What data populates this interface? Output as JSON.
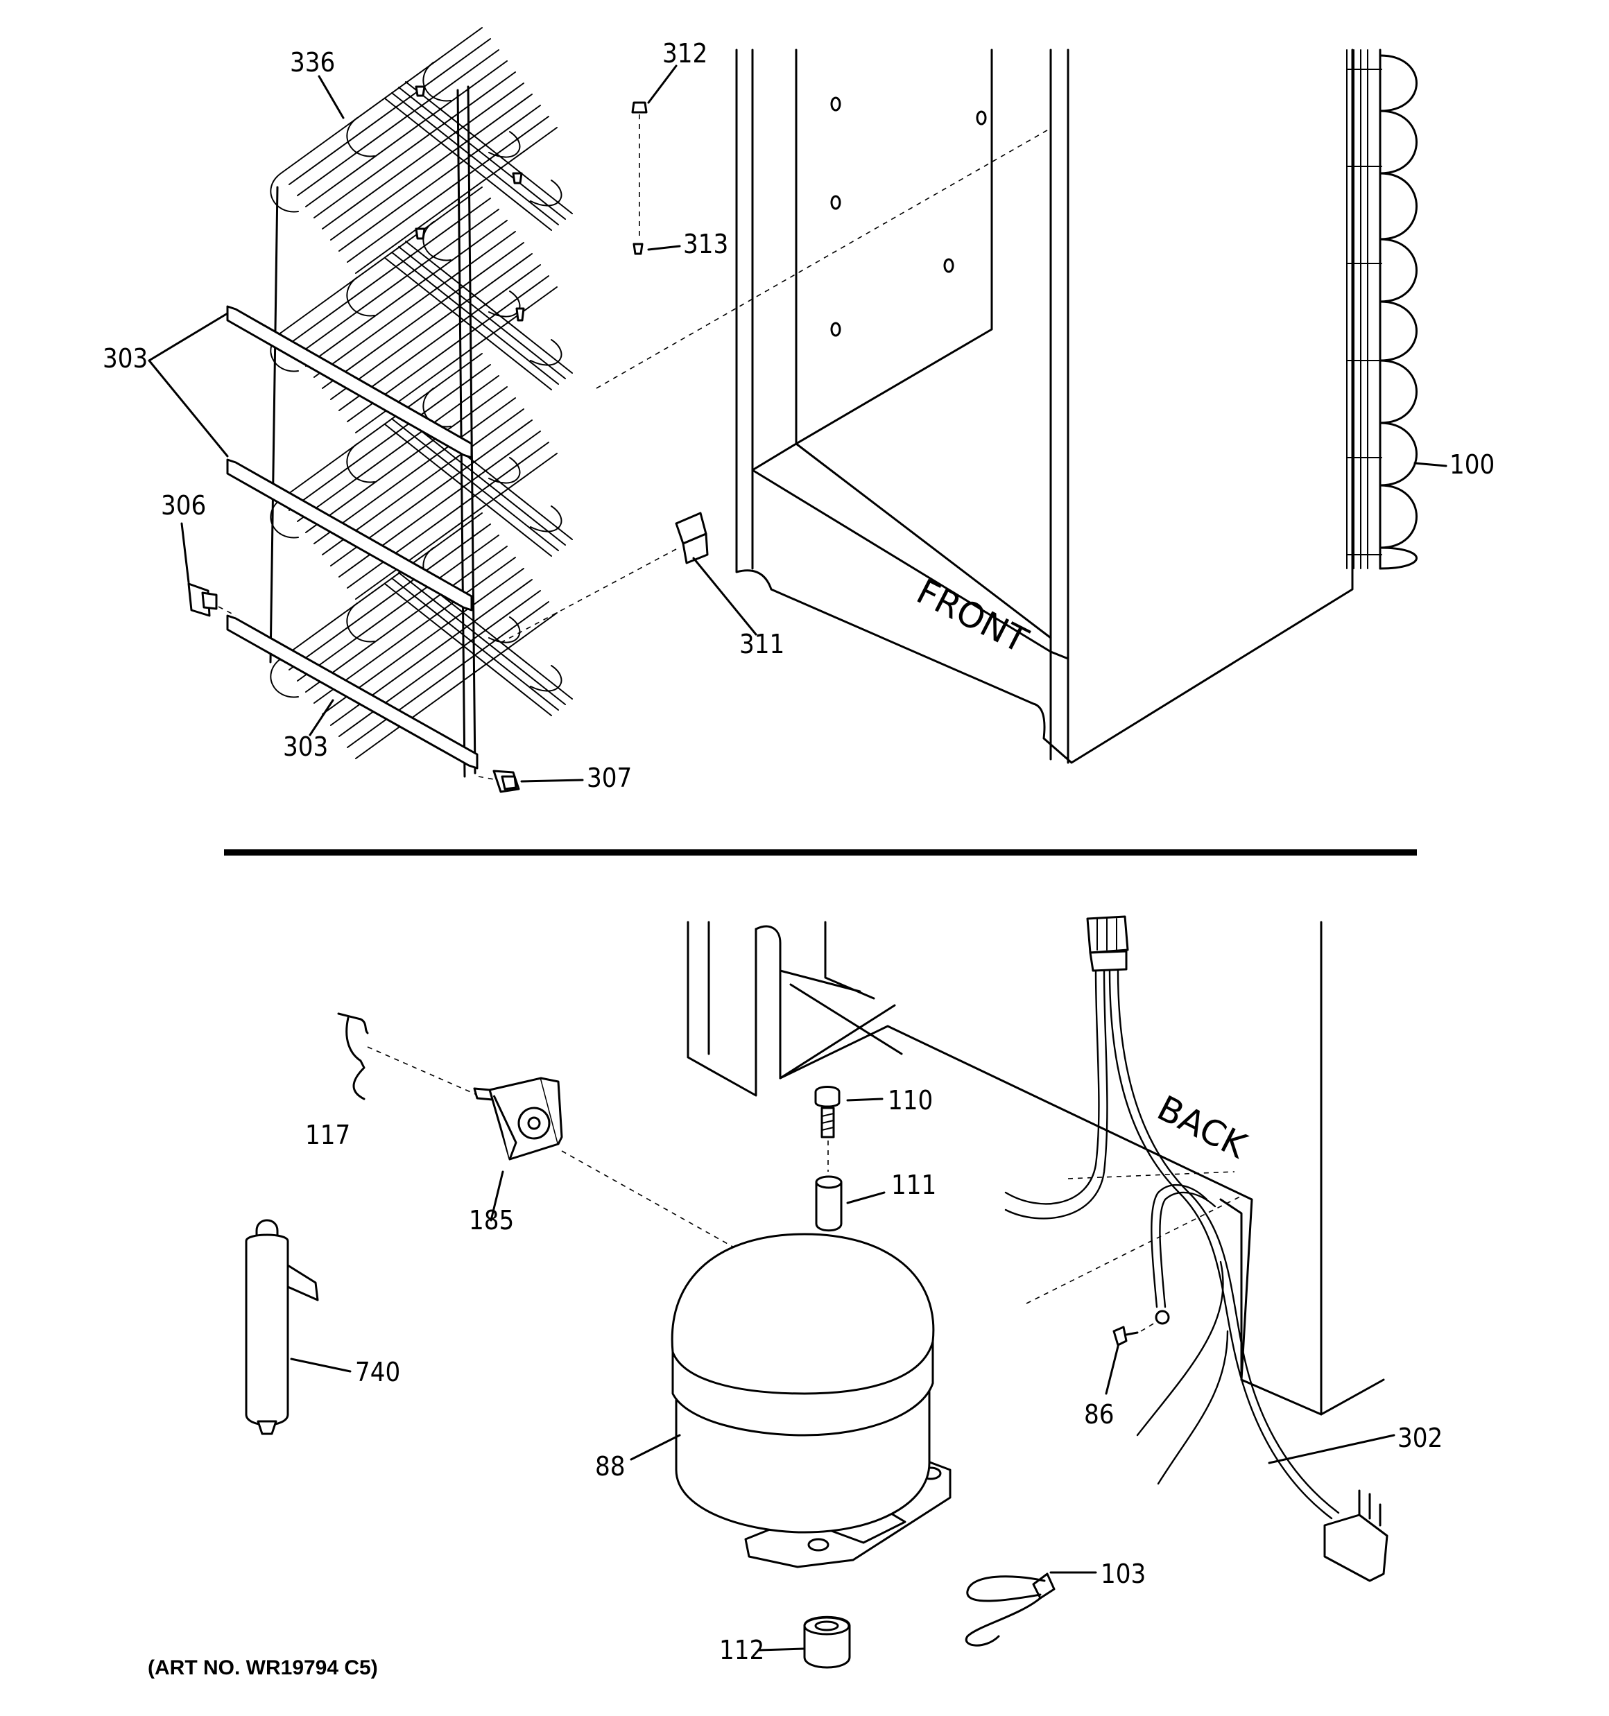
{
  "diagram": {
    "caption": "(ART NO. WR19794 C5)",
    "cabinet_front_label": "FRONT",
    "cabinet_back_label": "BACK",
    "callouts": [
      {
        "id": "336",
        "label": "336"
      },
      {
        "id": "312",
        "label": "312"
      },
      {
        "id": "313",
        "label": "313"
      },
      {
        "id": "303a",
        "label": "303"
      },
      {
        "id": "306",
        "label": "306"
      },
      {
        "id": "311",
        "label": "311"
      },
      {
        "id": "303b",
        "label": "303"
      },
      {
        "id": "307",
        "label": "307"
      },
      {
        "id": "100",
        "label": "100"
      },
      {
        "id": "117",
        "label": "117"
      },
      {
        "id": "185",
        "label": "185"
      },
      {
        "id": "110",
        "label": "110"
      },
      {
        "id": "111",
        "label": "111"
      },
      {
        "id": "740",
        "label": "740"
      },
      {
        "id": "88",
        "label": "88"
      },
      {
        "id": "86",
        "label": "86"
      },
      {
        "id": "302",
        "label": "302"
      },
      {
        "id": "103",
        "label": "103"
      },
      {
        "id": "112",
        "label": "112"
      }
    ]
  }
}
